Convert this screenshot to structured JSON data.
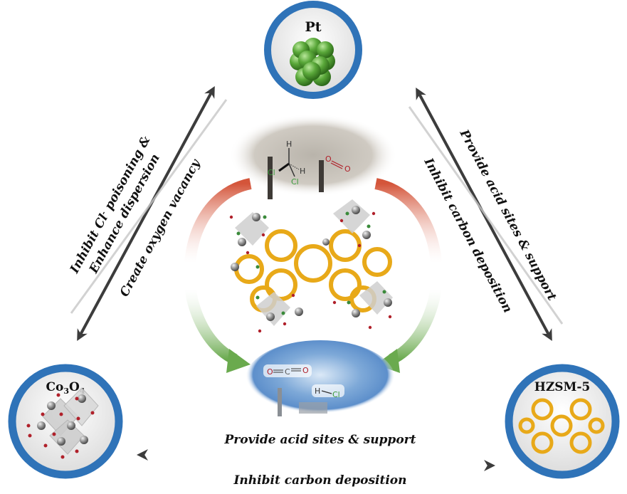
{
  "nodes": {
    "pt": {
      "title": "Pt",
      "subtitle_parts": []
    },
    "co3o4": {
      "title_parts": [
        "Co",
        "3",
        "O",
        "4"
      ]
    },
    "hzsm5": {
      "title": "HZSM-5"
    }
  },
  "edges": {
    "pt_co3o4": {
      "outer_line1": "Inhibit Cl",
      "outer_line1_sup": "-",
      "outer_line1_tail": " poisoning &",
      "outer_line2": "Enhance dispersion",
      "inner": "Create oxygen vacancy"
    },
    "pt_hzsm5": {
      "outer": "Provide acid sites & support",
      "inner": "Inhibit carbon deposition"
    },
    "co3o4_hzsm5": {
      "top": "Provide acid sites & support",
      "bottom": "Inhibit carbon deposition"
    }
  },
  "center": {
    "reactants": {
      "dcm": {
        "h1": "H",
        "h2": "H",
        "cl1": "Cl",
        "cl2": "Cl"
      },
      "oxygen": {
        "o1": "O",
        "o2": "O"
      }
    },
    "products": {
      "co2": {
        "o1": "O",
        "c": "C",
        "o2": "O"
      },
      "hcl": {
        "h": "H",
        "cl": "Cl"
      }
    }
  },
  "colors": {
    "ring_blue": "#2f73b8",
    "arrow_dark": "#3c3c3c",
    "reactant_arrow": "#d4553a",
    "product_arrow": "#6aaa4e",
    "pt_green": "#5aa83a",
    "zeolite_gold": "#e8a919",
    "oxygen_red": "#b0202a",
    "chlorine_green": "#3a9a3a"
  }
}
